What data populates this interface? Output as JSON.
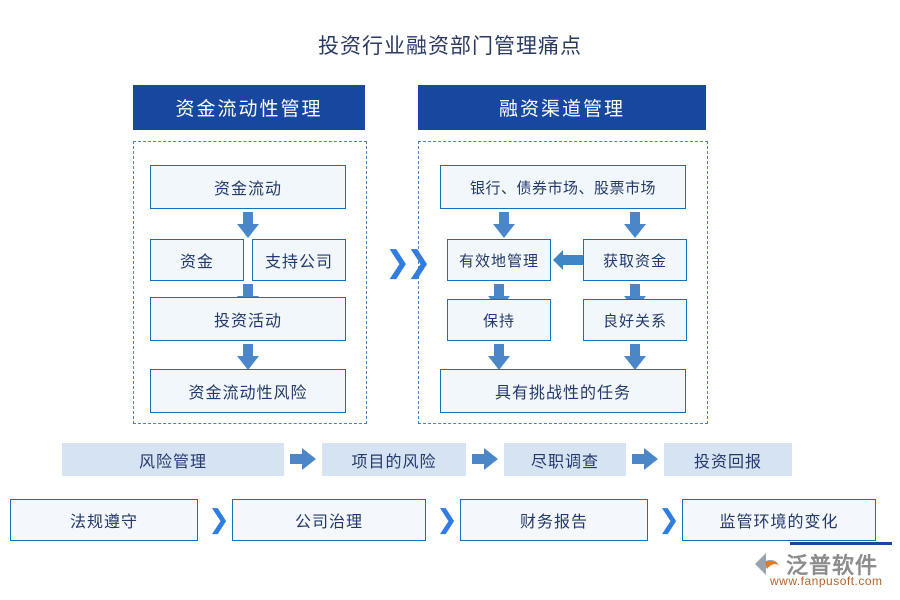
{
  "title": "投资行业融资部门管理痛点",
  "columns": {
    "left": {
      "header": "资金流动性管理",
      "nodes": [
        {
          "label": "资金流动"
        },
        {
          "label": "资金"
        },
        {
          "label": "支持公司"
        },
        {
          "label": "投资活动"
        },
        {
          "label": "资金流动性风险"
        }
      ]
    },
    "right": {
      "header": "融资渠道管理",
      "nodes": [
        {
          "label": "银行、债券市场、股票市场"
        },
        {
          "label": "有效地管理"
        },
        {
          "label": "获取资金"
        },
        {
          "label": "保持"
        },
        {
          "label": "良好关系"
        },
        {
          "label": "具有挑战性的任务"
        }
      ]
    }
  },
  "divider_icon": "double-chevron-right",
  "process_row": {
    "items": [
      {
        "label": "风险管理"
      },
      {
        "label": "项目的风险"
      },
      {
        "label": "尽职调查"
      },
      {
        "label": "投资回报"
      }
    ],
    "separator_icon": "arrow-right-icon"
  },
  "footer_row": {
    "items": [
      {
        "label": "法规遵守"
      },
      {
        "label": "公司治理"
      },
      {
        "label": "财务报告"
      },
      {
        "label": "监管环境的变化"
      }
    ],
    "separator_icon": "chevron-right-icon"
  },
  "logo": {
    "brand": "泛普软件",
    "url": "www.fanpusoft.com",
    "mark_icon": "fanpu-swirl-icon"
  },
  "colors": {
    "header_blue": "#17479e",
    "node_border": "#1572b8",
    "node_fill": "#f2f7fb",
    "arrow_blue": "#4a86c8",
    "chip_fill": "#d5e3f2",
    "text_navy": "#23386b",
    "title_navy": "#2b3a63",
    "chevron_blue": "#2f7de1",
    "logo_orange": "#b4642e",
    "logo_gray": "#8c8c8c"
  }
}
